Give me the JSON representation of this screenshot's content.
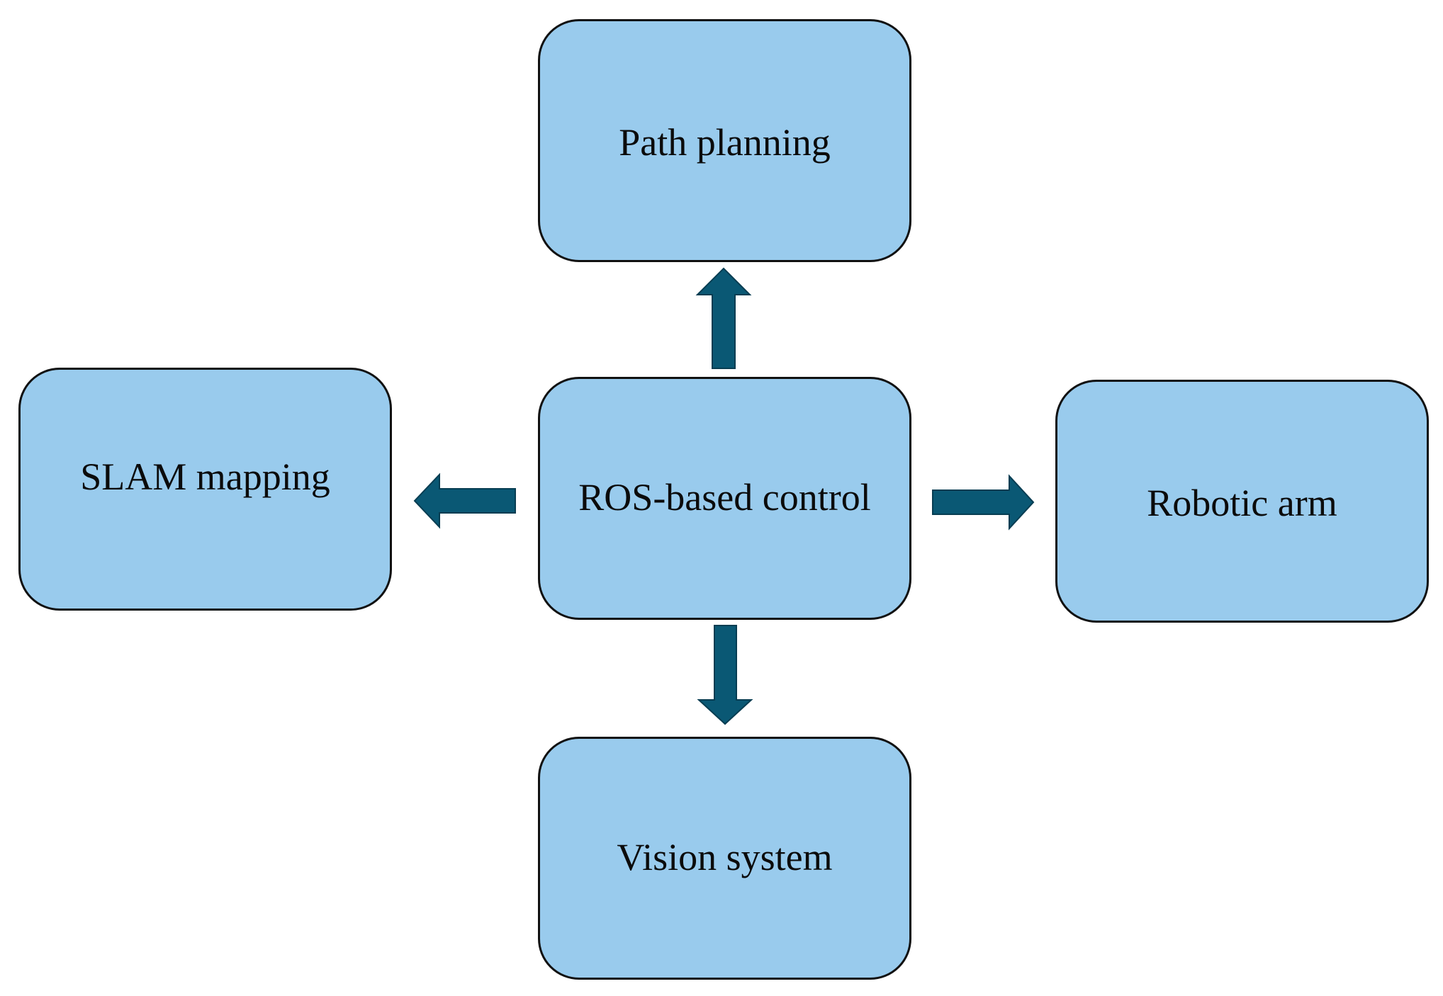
{
  "diagram": {
    "nodes": {
      "path_planning": "Path planning",
      "slam_mapping": "SLAM mapping",
      "ros_control": "ROS-based control",
      "robotic_arm": "Robotic arm",
      "vision_system": "Vision system"
    },
    "edges": [
      {
        "from": "ROS-based control",
        "to": "Path planning"
      },
      {
        "from": "ROS-based control",
        "to": "SLAM mapping"
      },
      {
        "from": "ROS-based control",
        "to": "Robotic arm"
      },
      {
        "from": "ROS-based control",
        "to": "Vision system"
      }
    ],
    "colors": {
      "box_fill": "#99cbed",
      "box_border": "#111111",
      "arrow": "#0a5874"
    }
  }
}
